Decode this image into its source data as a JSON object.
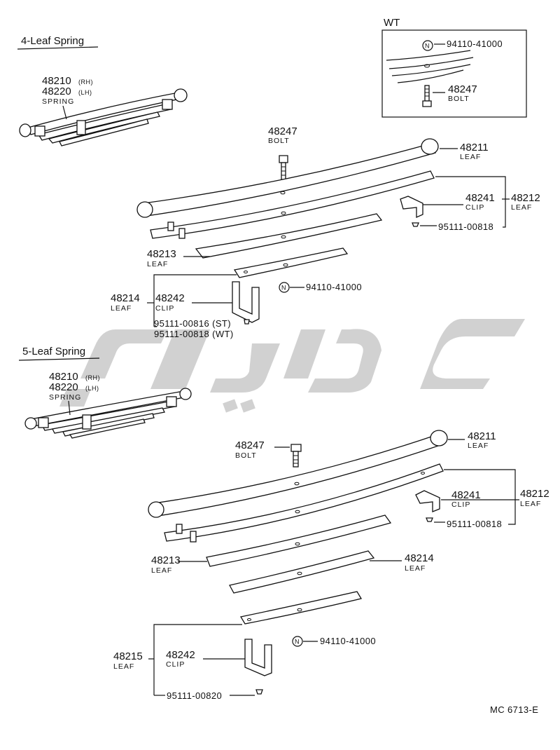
{
  "header_4leaf": "4-Leaf Spring",
  "header_5leaf": "5-Leaf Spring",
  "wt_label": "WT",
  "catalog_code": "MC 6713-E",
  "watermark_color": "#c8c8c8",
  "n_symbol": "N",
  "four_leaf": {
    "assembly": {
      "num_rh": "48210",
      "rh": "(RH)",
      "num_lh": "48220",
      "lh": "(LH)",
      "name": "SPRING"
    },
    "bolt": {
      "num": "48247",
      "name": "BOLT"
    },
    "leaf_top": {
      "num": "48211",
      "name": "LEAF"
    },
    "clip_upper": {
      "num": "48241",
      "name": "CLIP"
    },
    "leaf_second": {
      "num": "48212",
      "name": "LEAF"
    },
    "rivet_upper": "95111-00818",
    "leaf_third": {
      "num": "48213",
      "name": "LEAF"
    },
    "nut": "94110-41000",
    "leaf_fourth": {
      "num": "48214",
      "name": "LEAF"
    },
    "clip_lower": {
      "num": "48242",
      "name": "CLIP"
    },
    "rivet_st": "95111-00816 (ST)",
    "rivet_wt": "95111-00818 (WT)"
  },
  "wt_inset": {
    "nut": "94110-41000",
    "bolt": {
      "num": "48247",
      "name": "BOLT"
    }
  },
  "five_leaf": {
    "assembly": {
      "num_rh": "48210",
      "rh": "(RH)",
      "num_lh": "48220",
      "lh": "(LH)",
      "name": "SPRING"
    },
    "bolt": {
      "num": "48247",
      "name": "BOLT"
    },
    "leaf_top": {
      "num": "48211",
      "name": "LEAF"
    },
    "clip_upper": {
      "num": "48241",
      "name": "CLIP"
    },
    "leaf_second": {
      "num": "48212",
      "name": "LEAF"
    },
    "rivet_upper": "95111-00818",
    "leaf_third": {
      "num": "48213",
      "name": "LEAF"
    },
    "leaf_fourth": {
      "num": "48214",
      "name": "LEAF"
    },
    "nut": "94110-41000",
    "leaf_fifth": {
      "num": "48215",
      "name": "LEAF"
    },
    "clip_lower": {
      "num": "48242",
      "name": "CLIP"
    },
    "rivet_lower": "95111-00820"
  }
}
